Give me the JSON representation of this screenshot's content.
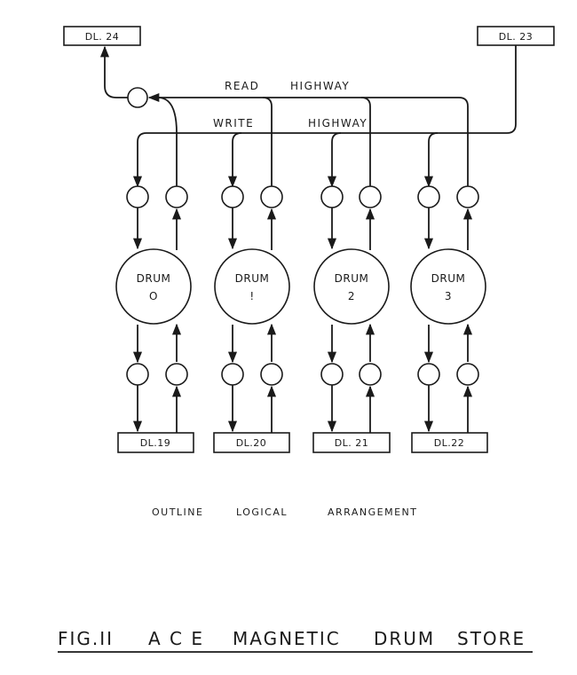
{
  "boxes": {
    "dl24": "DL. 24",
    "dl23": "DL. 23",
    "dl19": "DL.19",
    "dl20": "DL.20",
    "dl21": "DL. 21",
    "dl22": "DL.22"
  },
  "highways": {
    "read_a": "READ",
    "read_b": "HIGHWAY",
    "write_a": "WRITE",
    "write_b": "HIGHWAY"
  },
  "drums": [
    {
      "label": "DRUM",
      "number": "O"
    },
    {
      "label": "DRUM",
      "number": "!"
    },
    {
      "label": "DRUM",
      "number": "2"
    },
    {
      "label": "DRUM",
      "number": "3"
    }
  ],
  "subtitle": {
    "w1": "OUTLINE",
    "w2": "LOGICAL",
    "w3": "ARRANGEMENT"
  },
  "title": {
    "fig": "FIG.II",
    "w1": "A C E",
    "w2": "MAGNETIC",
    "w3": "DRUM",
    "w4": "STORE"
  }
}
